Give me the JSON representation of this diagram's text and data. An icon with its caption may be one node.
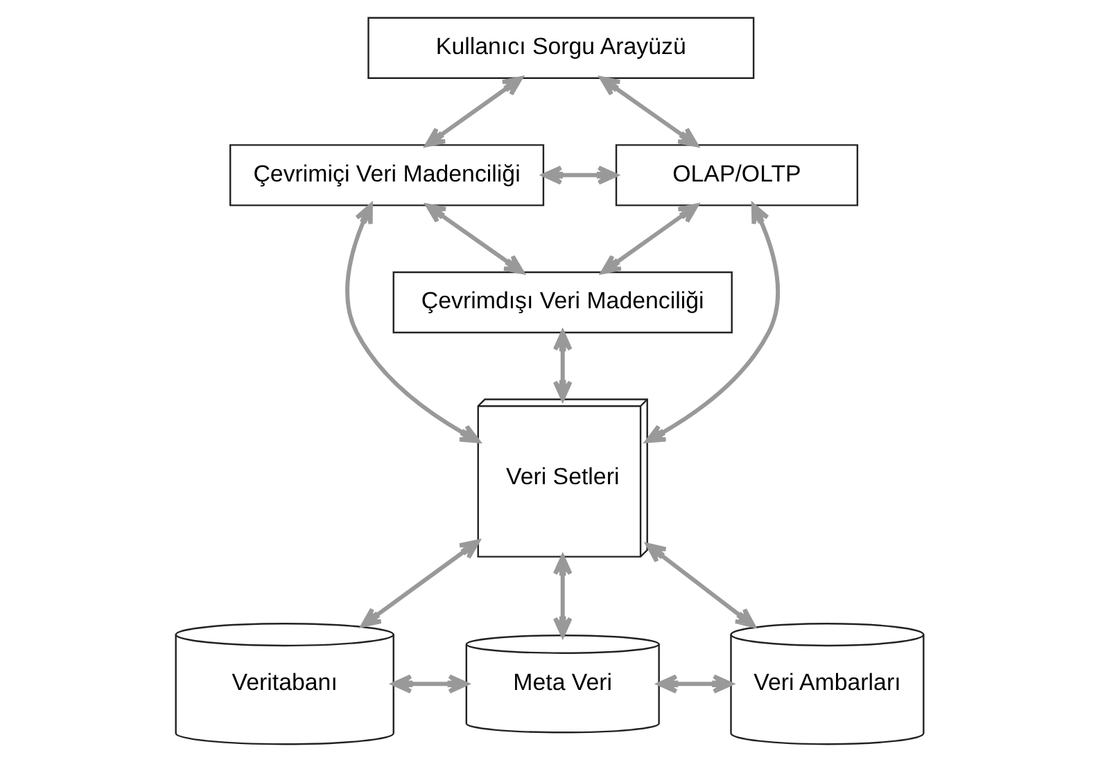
{
  "diagram": {
    "nodes": [
      {
        "text": [
          "Kullanıcı Sorgu Arayüzü"
        ]
      },
      {
        "text": [
          "Çevrimiçi Veri Madenciliği"
        ]
      },
      {
        "text": [
          "OLAP/OLTP"
        ]
      },
      {
        "text": [
          "Çevrimdışı Veri Madenciliği"
        ]
      },
      {
        "text": [
          "Veri Setleri"
        ]
      },
      {
        "text": [
          "Veritabanı"
        ]
      },
      {
        "text": [
          "Meta Veri"
        ]
      },
      {
        "text": [
          "Veri Ambarları"
        ]
      }
    ],
    "edges": [
      {
        "from": 0,
        "to": 1,
        "arrow": "both"
      },
      {
        "from": 0,
        "to": 2,
        "arrow": "both"
      },
      {
        "from": 1,
        "to": 2,
        "arrow": "both"
      },
      {
        "from": 1,
        "to": 3,
        "arrow": "both"
      },
      {
        "from": 2,
        "to": 3,
        "arrow": "both"
      },
      {
        "from": 1,
        "to": 4,
        "arrow": "both"
      },
      {
        "from": 2,
        "to": 4,
        "arrow": "both"
      },
      {
        "from": 3,
        "to": 4,
        "arrow": "both"
      },
      {
        "from": 4,
        "to": 5,
        "arrow": "both"
      },
      {
        "from": 4,
        "to": 6,
        "arrow": "both"
      },
      {
        "from": 4,
        "to": 7,
        "arrow": "both"
      },
      {
        "from": 5,
        "to": 6,
        "arrow": "both"
      },
      {
        "from": 6,
        "to": 7,
        "arrow": "both"
      }
    ]
  }
}
